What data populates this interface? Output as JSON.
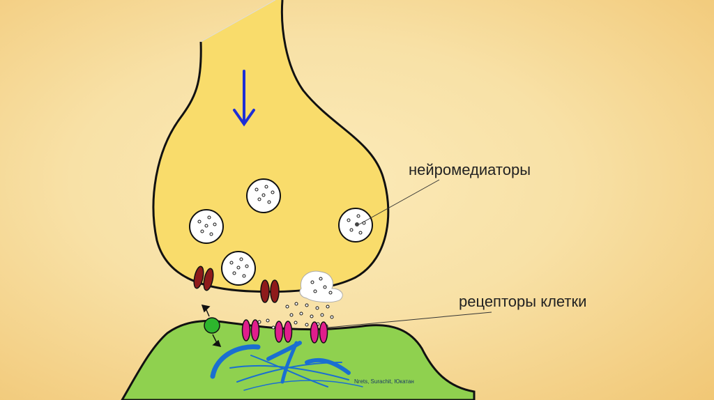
{
  "labels": {
    "neurotransmitters": "нейромедиаторы",
    "receptors": "рецепторы клетки"
  },
  "credit": "Nrets, Surachit, Юкатан",
  "colors": {
    "terminal": "#f9dc6b",
    "postsynaptic": "#8fd14f",
    "vesicle": "#ffffff",
    "channel": "#8e1b1b",
    "receptor": "#e01e8c",
    "arrow": "#1d2ed6",
    "cytoskeleton": "#1a6fd1",
    "transporter": "#2db52d"
  }
}
